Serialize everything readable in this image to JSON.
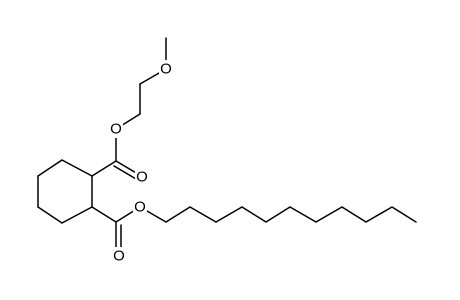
{
  "atoms": {
    "o_ester1": "O",
    "o_carbonyl1": "O",
    "o_methoxy": "O",
    "o_ester2": "O",
    "o_carbonyl2": "O"
  },
  "colors": {
    "bond": "#000000",
    "label": "#000000",
    "background": "#ffffff"
  }
}
